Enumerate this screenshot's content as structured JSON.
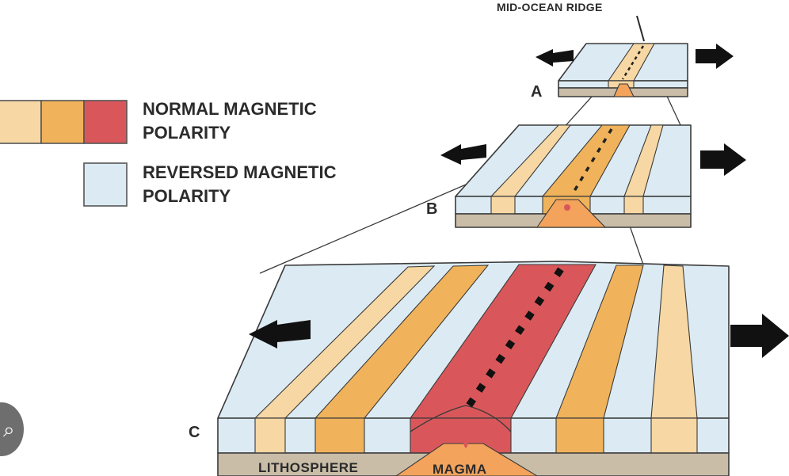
{
  "labels": {
    "ridge": "MID-OCEAN RIDGE",
    "stage_a": "A",
    "stage_b": "B",
    "stage_c": "C",
    "lithosphere": "LITHOSPHERE",
    "magma": "MAGMA"
  },
  "legend": {
    "normal": {
      "line1": "NORMAL MAGNETIC",
      "line2": "POLARITY",
      "swatches": [
        "#f7d7a3",
        "#f0b35b",
        "#d9575a"
      ]
    },
    "reversed": {
      "line1": "REVERSED MAGNETIC",
      "line2": "POLARITY",
      "swatch": "#dcebf3"
    }
  },
  "colors": {
    "normal_light": "#f7d7a3",
    "normal_mid": "#f0b35b",
    "normal_red": "#d9575a",
    "reversed": "#dcebf3",
    "lithosphere": "#c9bda8",
    "magma": "#f3a35c",
    "arrow": "#111111"
  },
  "icons": {
    "arrow_left": "arrow-left-icon",
    "arrow_right": "arrow-right-icon",
    "lens": "lens-icon"
  }
}
